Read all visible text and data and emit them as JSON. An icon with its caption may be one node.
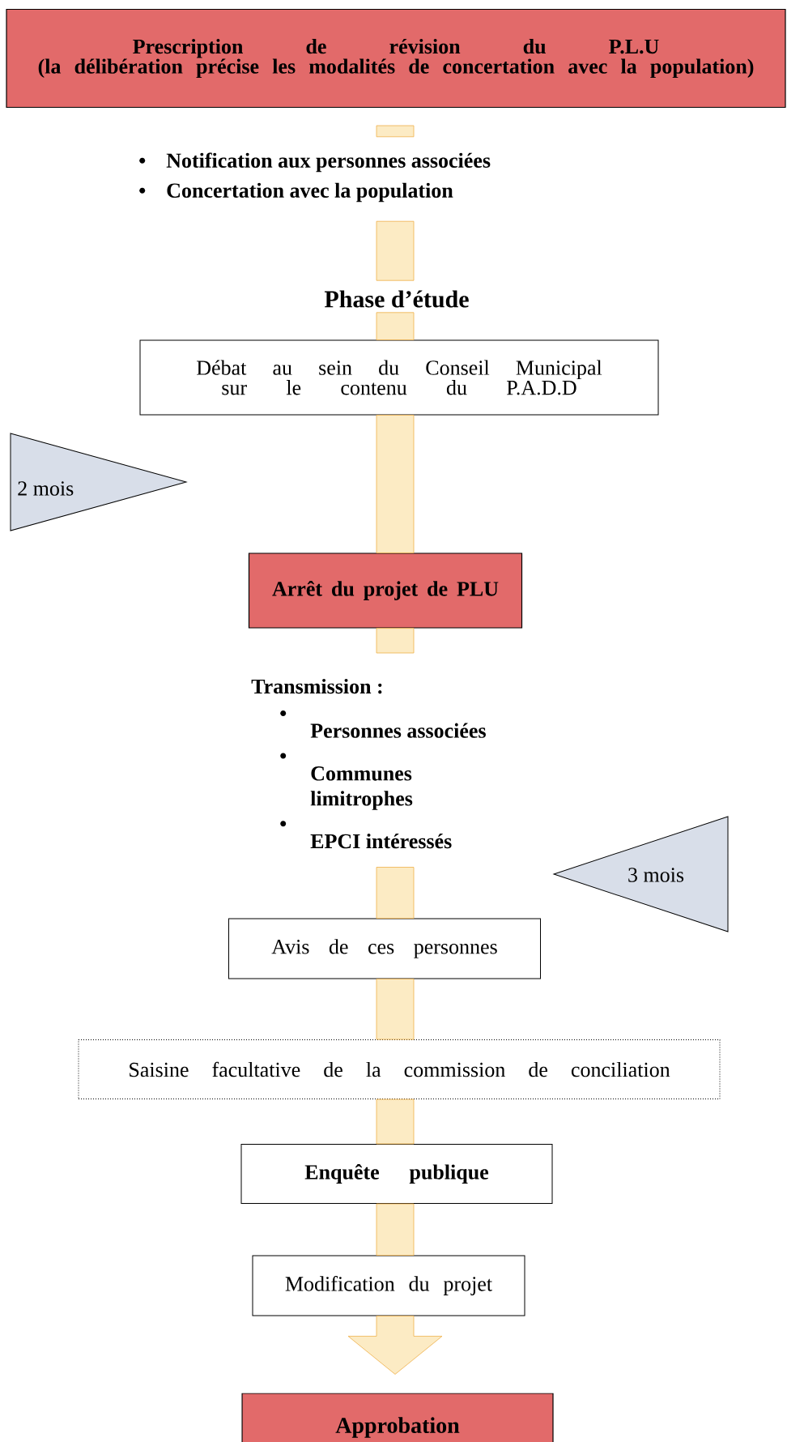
{
  "diagram": {
    "nodes": [
      {
        "text": [
          "Prescription de révision du P.L.U",
          "(la délibération précise les modalités de concertation avec la population)"
        ]
      },
      {
        "text": [
          "Notification aux personnes associées",
          "Concertation avec la population"
        ]
      },
      {
        "text": [
          "Phase d’étude"
        ]
      },
      {
        "text": [
          "Débat au sein du Conseil Municipal sur le contenu du P.A.D.D"
        ]
      },
      {
        "text": [
          "2 mois"
        ]
      },
      {
        "text": [
          "Arrêt du projet de PLU"
        ]
      },
      {
        "text": [
          "Transmission :",
          "Personnes associées",
          "Communes limitrophes",
          "EPCI intéressés"
        ]
      },
      {
        "text": [
          "3 mois"
        ]
      },
      {
        "text": [
          "Avis de ces personnes"
        ]
      },
      {
        "text": [
          "Saisine facultative de la commission de conciliation"
        ]
      },
      {
        "text": [
          "Enquête publique"
        ]
      },
      {
        "text": [
          "Modification du projet"
        ]
      },
      {
        "text": [
          "Approbation"
        ]
      }
    ],
    "edges": [
      {
        "from": 0,
        "to": 1,
        "arrow": "none"
      },
      {
        "from": 1,
        "to": 2,
        "arrow": "none"
      },
      {
        "from": 2,
        "to": 3,
        "arrow": "none"
      },
      {
        "from": 3,
        "to": 5,
        "arrow": "none"
      },
      {
        "from": 5,
        "to": 6,
        "arrow": "none"
      },
      {
        "from": 6,
        "to": 8,
        "arrow": "none"
      },
      {
        "from": 8,
        "to": 9,
        "arrow": "none"
      },
      {
        "from": 9,
        "to": 10,
        "arrow": "none"
      },
      {
        "from": 10,
        "to": 11,
        "arrow": "none"
      },
      {
        "from": 11,
        "to": 12,
        "arrow": "to"
      }
    ]
  }
}
